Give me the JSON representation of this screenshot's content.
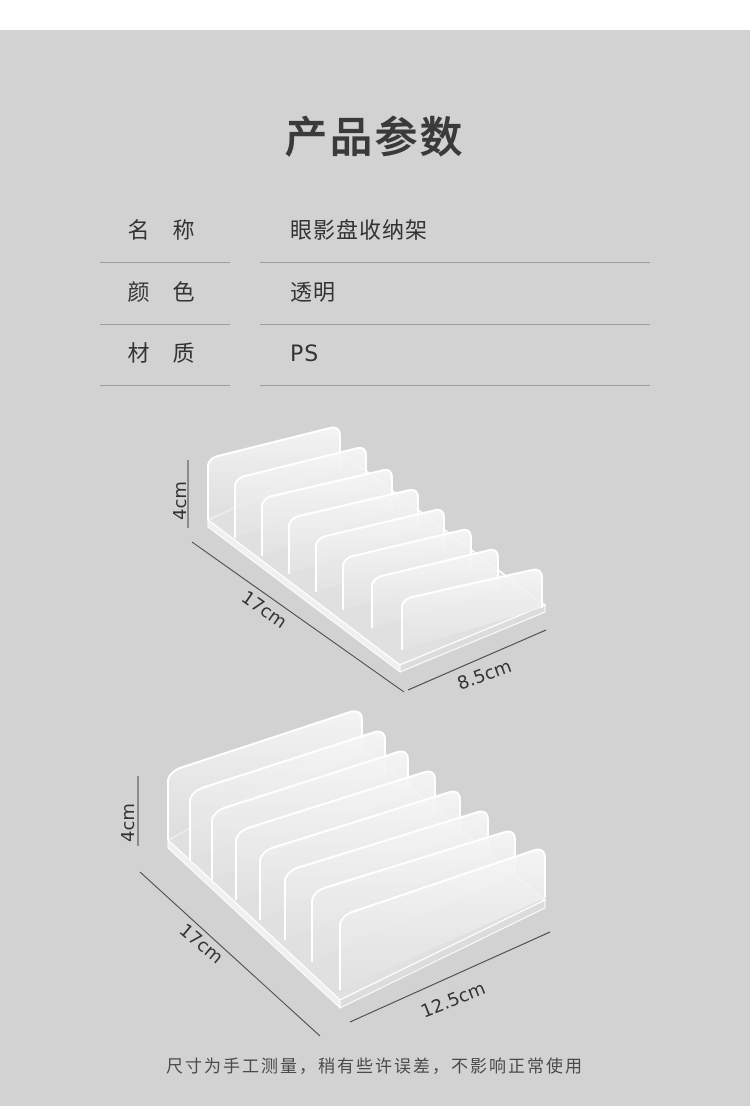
{
  "title": "产品参数",
  "specs": [
    {
      "label": "名 称",
      "value": "眼影盘收纳架"
    },
    {
      "label": "颜 色",
      "value": "透明"
    },
    {
      "label": "材 质",
      "value": "PS"
    }
  ],
  "products": [
    {
      "height": "4cm",
      "length": "17cm",
      "width": "8.5cm"
    },
    {
      "height": "4cm",
      "length": "17cm",
      "width": "12.5cm"
    }
  ],
  "footnote": "尺寸为手工测量，稍有些许误差，不影响正常使用"
}
